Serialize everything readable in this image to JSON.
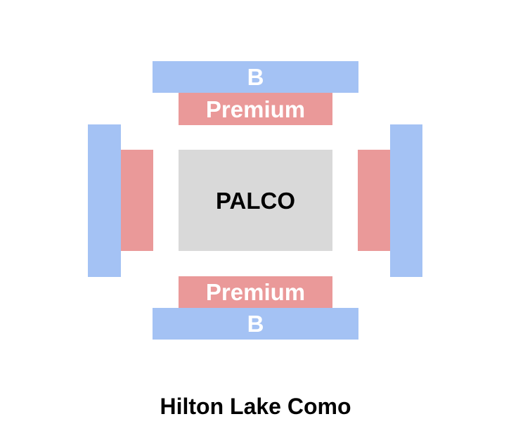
{
  "venue": {
    "name": "Hilton Lake Como"
  },
  "stage": {
    "label": "PALCO",
    "color": "#d9d9d9"
  },
  "sections": {
    "b_top": {
      "label": "B"
    },
    "premium_top": {
      "label": "Premium"
    },
    "b_left": {
      "label": ""
    },
    "premium_left": {
      "label": ""
    },
    "premium_right": {
      "label": ""
    },
    "b_right": {
      "label": ""
    },
    "premium_bottom": {
      "label": "Premium"
    },
    "b_bottom": {
      "label": "B"
    }
  },
  "colors": {
    "section_b": "#a4c2f4",
    "section_premium": "#ea9999",
    "label_text": "#ffffff"
  }
}
